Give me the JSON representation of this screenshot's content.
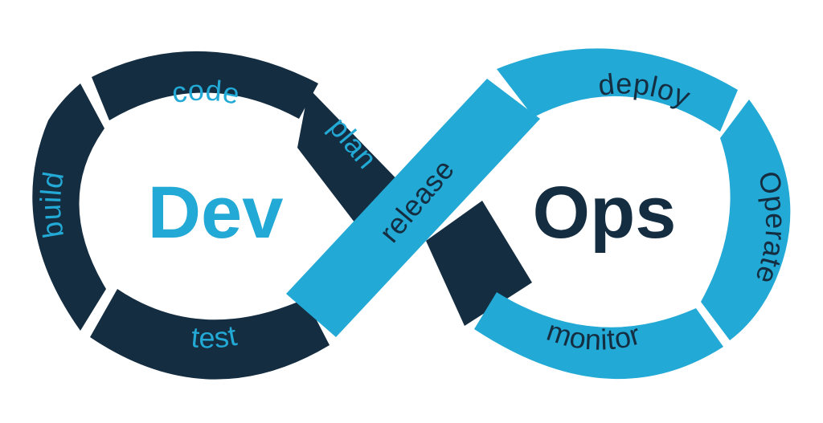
{
  "colors": {
    "dark": "#142d40",
    "light": "#23a9d5",
    "background": "#ffffff"
  },
  "dev_loop": {
    "title": "Dev",
    "stages": {
      "code": "code",
      "build": "build",
      "test": "test",
      "plan": "plan"
    }
  },
  "ops_loop": {
    "title": "Ops",
    "stages": {
      "deploy": "deploy",
      "operate": "Operate",
      "monitor": "monitor",
      "release": "release"
    }
  }
}
